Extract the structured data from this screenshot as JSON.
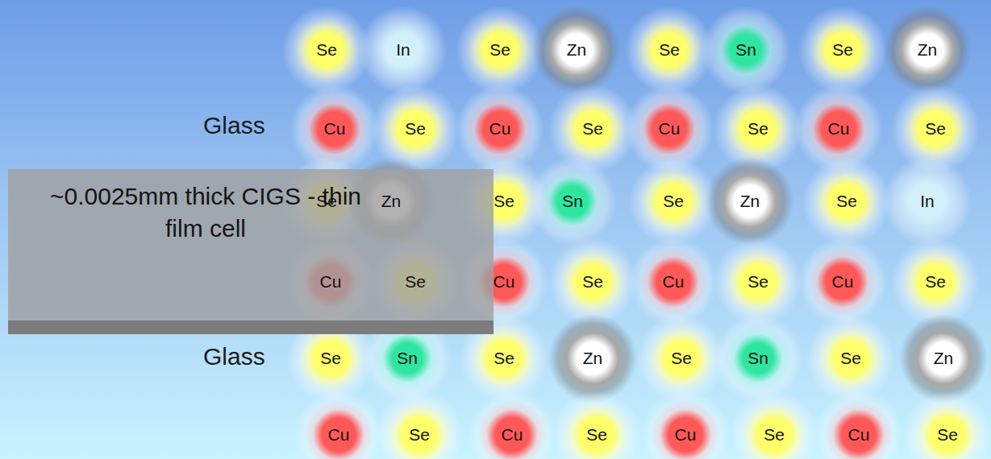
{
  "diagram": {
    "nodes": [
      {
        "text": [
          "Se"
        ]
      },
      {
        "text": [
          "In"
        ]
      },
      {
        "text": [
          "Se"
        ]
      },
      {
        "text": [
          "Zn"
        ]
      },
      {
        "text": [
          "Se"
        ]
      },
      {
        "text": [
          "Sn"
        ]
      },
      {
        "text": [
          "Se"
        ]
      },
      {
        "text": [
          "Zn"
        ]
      },
      {
        "text": [
          "Cu"
        ]
      },
      {
        "text": [
          "Se"
        ]
      },
      {
        "text": [
          "Cu"
        ]
      },
      {
        "text": [
          "Se"
        ]
      },
      {
        "text": [
          "Cu"
        ]
      },
      {
        "text": [
          "Se"
        ]
      },
      {
        "text": [
          "Cu"
        ]
      },
      {
        "text": [
          "Se"
        ]
      },
      {
        "text": [
          "~0.0025mm thick CIGS - thin film cell"
        ]
      },
      {
        "text": [
          "Se"
        ]
      },
      {
        "text": [
          "Zn"
        ]
      },
      {
        "text": [
          "Se"
        ]
      },
      {
        "text": [
          "Sn"
        ]
      },
      {
        "text": [
          "Se"
        ]
      },
      {
        "text": [
          "Zn"
        ]
      },
      {
        "text": [
          "Se"
        ]
      },
      {
        "text": [
          "In"
        ]
      },
      {
        "text": [
          "Cu"
        ]
      },
      {
        "text": [
          "Se"
        ]
      },
      {
        "text": [
          "Cu"
        ]
      },
      {
        "text": [
          "Se"
        ]
      },
      {
        "text": [
          "Cu"
        ]
      },
      {
        "text": [
          "Se"
        ]
      },
      {
        "text": [
          "Cu"
        ]
      },
      {
        "text": [
          "Se"
        ]
      },
      {
        "text": [
          "Se"
        ]
      },
      {
        "text": [
          "Sn"
        ]
      },
      {
        "text": [
          "Se"
        ]
      },
      {
        "text": [
          "Zn"
        ]
      },
      {
        "text": [
          "Se"
        ]
      },
      {
        "text": [
          "Sn"
        ]
      },
      {
        "text": [
          "Se"
        ]
      },
      {
        "text": [
          "Zn"
        ]
      },
      {
        "text": [
          "Cu"
        ]
      },
      {
        "text": [
          "Se"
        ]
      },
      {
        "text": [
          "Cu"
        ]
      },
      {
        "text": [
          "Se"
        ]
      },
      {
        "text": [
          "Cu"
        ]
      },
      {
        "text": [
          "Se"
        ]
      },
      {
        "text": [
          "Cu"
        ]
      },
      {
        "text": [
          "Se"
        ]
      }
    ],
    "labels": [
      "Glass",
      "Glass"
    ]
  }
}
